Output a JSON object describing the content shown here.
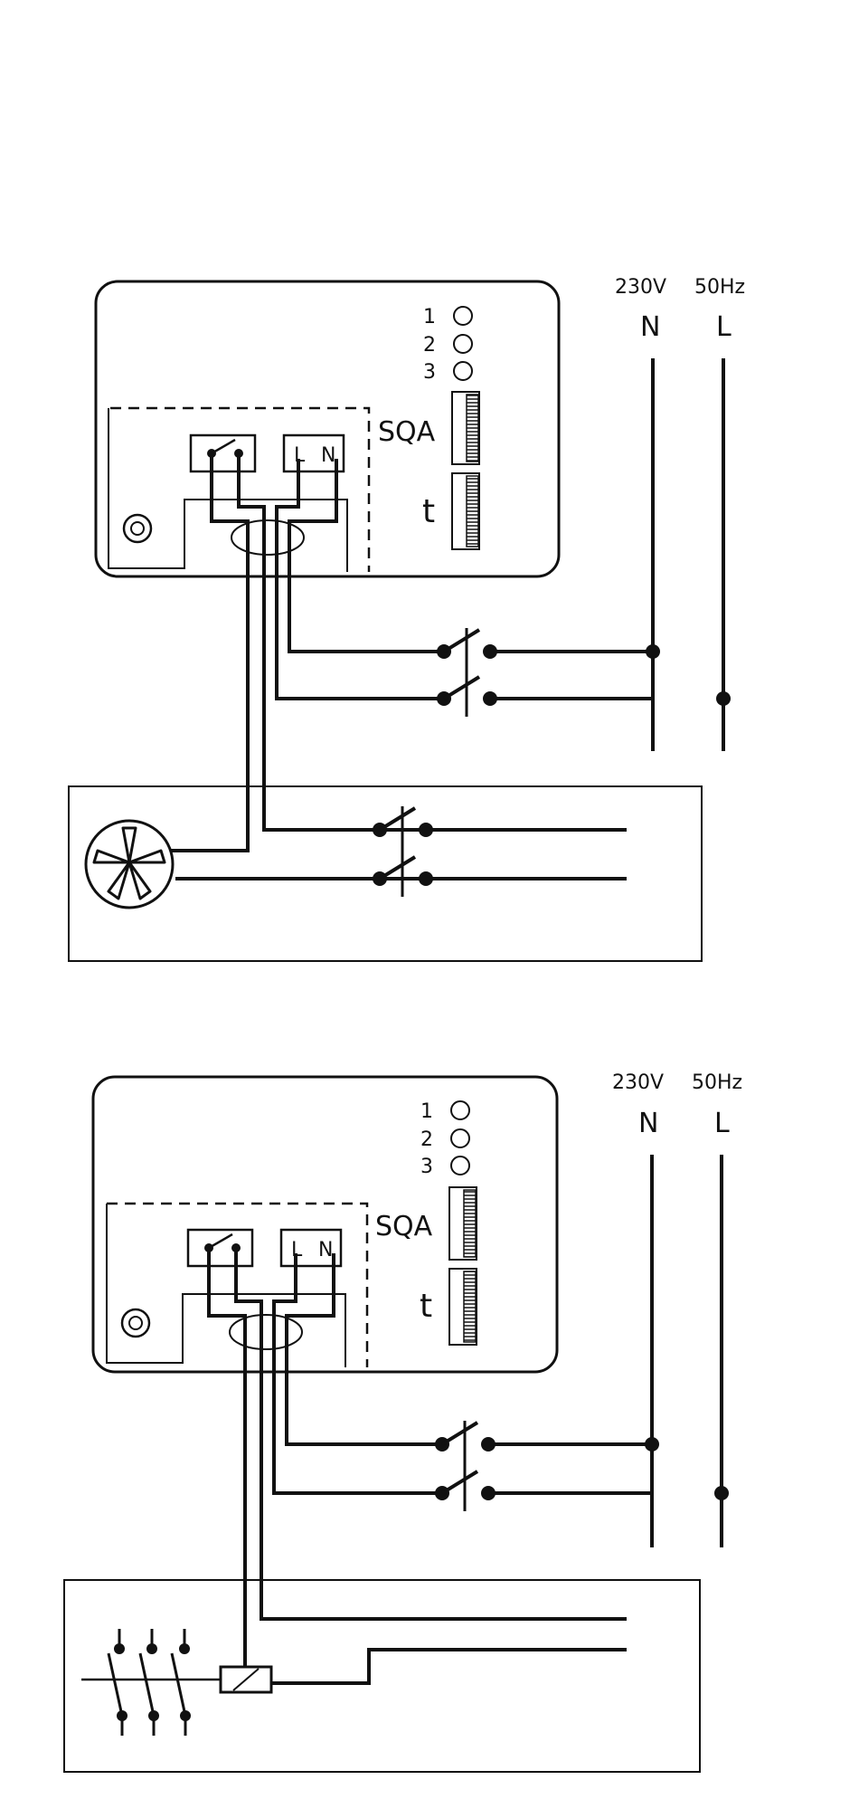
{
  "supply": {
    "voltage": "230V",
    "frequency": "50Hz",
    "neutral": "N",
    "live": "L"
  },
  "device": {
    "indicators": [
      "1",
      "2",
      "3"
    ],
    "knob_sqa": "SQA",
    "knob_t": "t",
    "terminal_l": "L",
    "terminal_n": "N"
  },
  "diagrams": [
    {
      "id": "top",
      "load": "fan"
    },
    {
      "id": "bottom",
      "load": "contactor"
    }
  ]
}
